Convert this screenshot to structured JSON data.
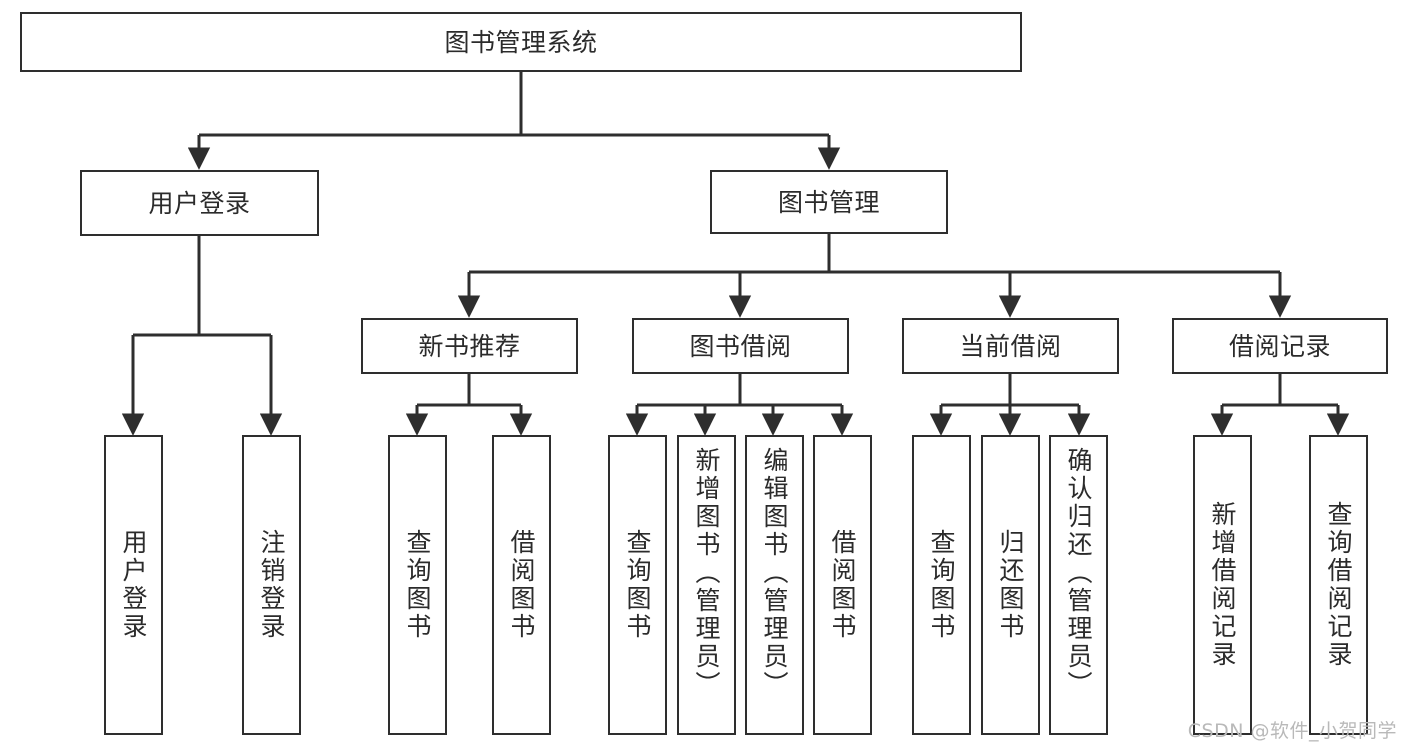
{
  "diagram": {
    "title": "图书管理系统",
    "watermark": "CSDN @软件_小贺同学",
    "colors": {
      "box_border": "#2e2e2e",
      "box_fill": "#ffffff",
      "text": "#2b2b2b",
      "connector": "#2e2e2e",
      "watermark": "#b9b9b9",
      "background": "#ffffff"
    },
    "root": {
      "label": "图书管理系统"
    },
    "level2": [
      {
        "label": "用户登录"
      },
      {
        "label": "图书管理"
      }
    ],
    "level3": [
      {
        "label": "新书推荐"
      },
      {
        "label": "图书借阅"
      },
      {
        "label": "当前借阅"
      },
      {
        "label": "借阅记录"
      }
    ],
    "leaves": {
      "user_login": [
        {
          "label": "用户登录"
        },
        {
          "label": "注销登录"
        }
      ],
      "new_book_recommend": [
        {
          "label": "查询图书"
        },
        {
          "label": "借阅图书"
        }
      ],
      "book_borrow": [
        {
          "label": "查询图书"
        },
        {
          "label": "新增图书（管理员）"
        },
        {
          "label": "编辑图书（管理员）"
        },
        {
          "label": "借阅图书"
        }
      ],
      "current_borrow": [
        {
          "label": "查询图书"
        },
        {
          "label": "归还图书"
        },
        {
          "label": "确认归还（管理员）"
        }
      ],
      "borrow_record": [
        {
          "label": "新增借阅记录"
        },
        {
          "label": "查询借阅记录"
        }
      ]
    }
  }
}
